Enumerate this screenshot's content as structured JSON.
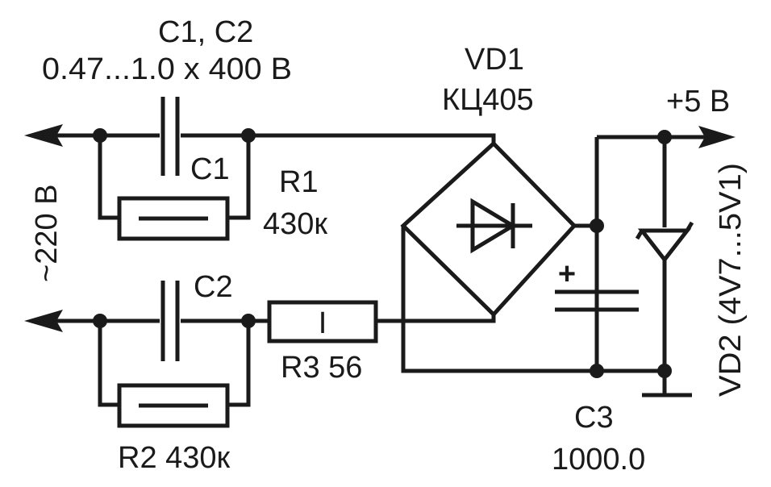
{
  "labels": {
    "c1_c2_header": "C1, C2",
    "c1_c2_value": "0.47...1.0 x 400 В",
    "vd1_name": "VD1",
    "vd1_type": "КЦ405",
    "plus5v": "+5 В",
    "c1": "C1",
    "r1_name": "R1",
    "r1_value": "430к",
    "ac_input": "~220 В",
    "c2": "C2",
    "r3": "R3 56",
    "r2": "R2 430к",
    "c3_name": "C3",
    "c3_value": "1000.0",
    "vd2": "VD2 (4V7...5V1)",
    "r3_mark": "I",
    "c3_plus": "+"
  },
  "colors": {
    "ink": "#1a1a1a",
    "background": "#ffffff"
  }
}
